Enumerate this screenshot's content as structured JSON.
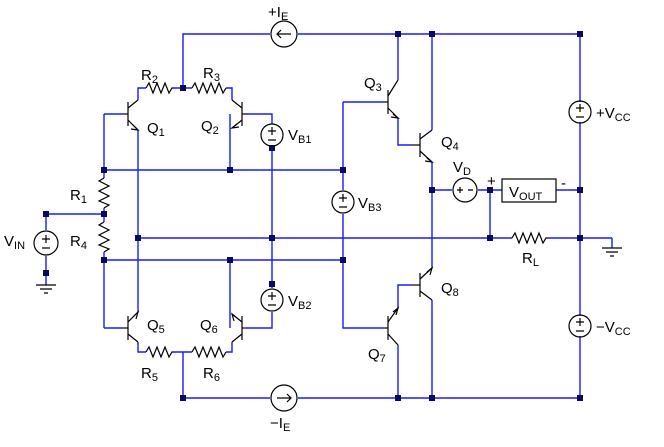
{
  "labels": {
    "plus_ie": "+I",
    "plus_ie_sub": "E",
    "minus_ie": "−I",
    "minus_ie_sub": "E",
    "r1": "R",
    "r1_sub": "1",
    "r2": "R",
    "r2_sub": "2",
    "r3": "R",
    "r3_sub": "3",
    "r4": "R",
    "r4_sub": "4",
    "r5": "R",
    "r5_sub": "5",
    "r6": "R",
    "r6_sub": "6",
    "rl": "R",
    "rl_sub": "L",
    "q1": "Q",
    "q1_sub": "1",
    "q2": "Q",
    "q2_sub": "2",
    "q3": "Q",
    "q3_sub": "3",
    "q4": "Q",
    "q4_sub": "4",
    "q5": "Q",
    "q5_sub": "5",
    "q6": "Q",
    "q6_sub": "6",
    "q7": "Q",
    "q7_sub": "7",
    "q8": "Q",
    "q8_sub": "8",
    "vb1": "V",
    "vb1_sub": "B1",
    "vb2": "V",
    "vb2_sub": "B2",
    "vb3": "V",
    "vb3_sub": "B3",
    "vd": "V",
    "vd_sub": "D",
    "vin": "V",
    "vin_sub": "IN",
    "vout": "V",
    "vout_sub": "OUT",
    "vcc_pos": "+V",
    "vcc_pos_sub": "CC",
    "vcc_neg": "−V",
    "vcc_neg_sub": "CC",
    "vout_plus": "+",
    "vout_minus": "-"
  },
  "colors": {
    "wire": "#1a1aff",
    "component": "#000000",
    "node": "#0a0a5a",
    "background": "#ffffff"
  }
}
